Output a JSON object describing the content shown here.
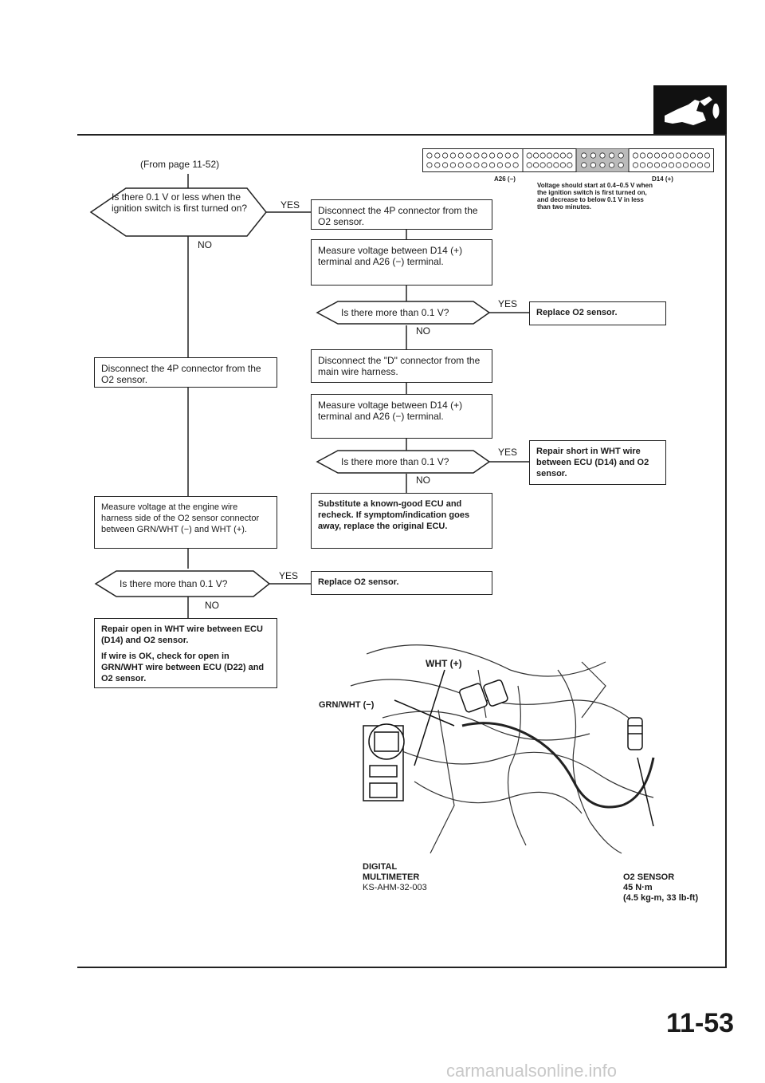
{
  "page_number": "11-53",
  "from_page": "(From page 11-52)",
  "connector": {
    "left_pin": "A26 (−)",
    "right_pin": "D14 (+)",
    "note": "Voltage should start at 0.4−0.5 V when the ignition switch is first turned on, and decrease to below 0.1 V in less than two minutes."
  },
  "flow": {
    "q1": "Is there 0.1 V or less when the ignition switch is first turned on?",
    "yes1_box": "Disconnect the 4P connector from the O2 sensor.",
    "measure1": "Measure voltage between D14 (+) terminal and A26 (−) terminal.",
    "q2": "Is there more than 0.1 V?",
    "replace1": "Replace O2 sensor.",
    "disconnect_d": "Disconnect the \"D\" connector from the main wire harness.",
    "measure2": "Measure voltage between D14 (+) terminal and A26 (−) terminal.",
    "q3": "Is there more than 0.1 V?",
    "repair_short": "Repair short in WHT wire between ECU (D14) and O2 sensor.",
    "substitute": "Substitute a known-good ECU and recheck. If symptom/indication goes away, replace the original ECU.",
    "no1_box": "Disconnect the 4P connector from the O2 sensor.",
    "measure3": "Measure voltage at the engine wire harness side of the O2 sensor connector between GRN/WHT (−) and WHT (+).",
    "q4": "Is there more than 0.1 V?",
    "replace2": "Replace O2 sensor.",
    "repair_open_1": "Repair open in WHT wire between ECU (D14) and O2 sensor.",
    "repair_open_2": "If wire is OK, check for open in GRN/WHT wire between ECU (D22) and O2 sensor.",
    "yes": "YES",
    "no": "NO"
  },
  "illustration": {
    "wht": "WHT (+)",
    "grn_wht": "GRN/WHT (−)",
    "meter_1": "DIGITAL",
    "meter_2": "MULTIMETER",
    "meter_3": "KS-AHM-32-003",
    "sensor_1": "O2 SENSOR",
    "sensor_2": "45 N·m",
    "sensor_3": "(4.5 kg-m, 33 lb-ft)"
  },
  "icons": [
    "fuel-nozzle-icon"
  ],
  "footer_watermark": "carmanualsonline.info"
}
